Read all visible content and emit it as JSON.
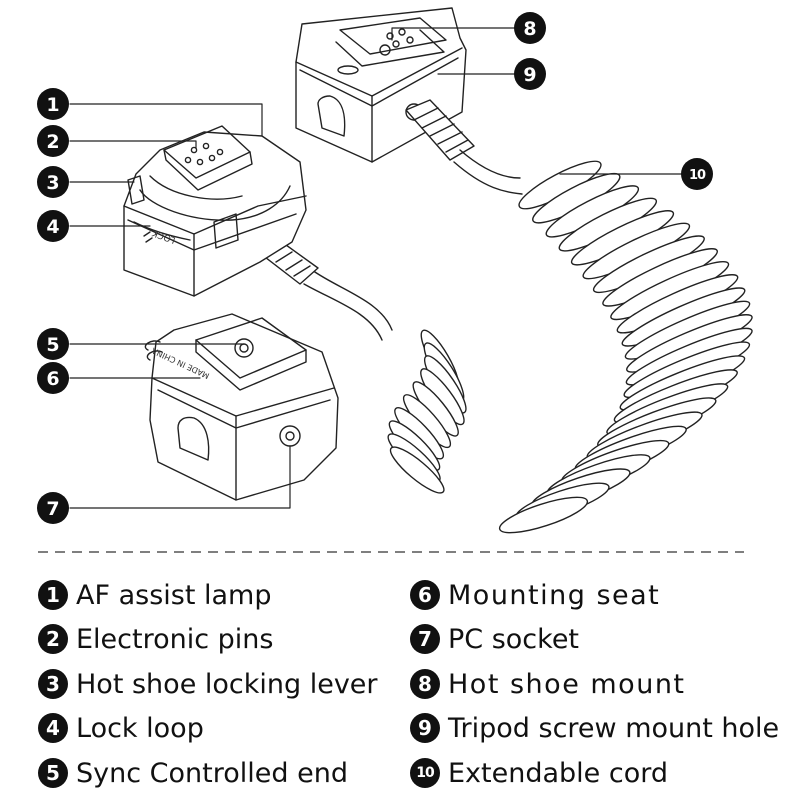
{
  "callouts": [
    {
      "num": "1",
      "label": "AF assist lamp"
    },
    {
      "num": "2",
      "label": "Electronic pins"
    },
    {
      "num": "3",
      "label": "Hot shoe locking lever"
    },
    {
      "num": "4",
      "label": "Lock loop"
    },
    {
      "num": "5",
      "label": "Sync Controlled end"
    },
    {
      "num": "6",
      "label": "Mounting seat"
    },
    {
      "num": "7",
      "label": "PC socket"
    },
    {
      "num": "8",
      "label": "Hot shoe mount"
    },
    {
      "num": "9",
      "label": "Tripod screw mount hole"
    },
    {
      "num": "10",
      "label": "Extendable cord"
    }
  ],
  "device_text": {
    "lock": "LOCK",
    "made_in_china": "MADE IN CHINA"
  },
  "colors": {
    "line": "#222222",
    "badge": "#111111",
    "background": "#ffffff",
    "divider": "#555555"
  }
}
